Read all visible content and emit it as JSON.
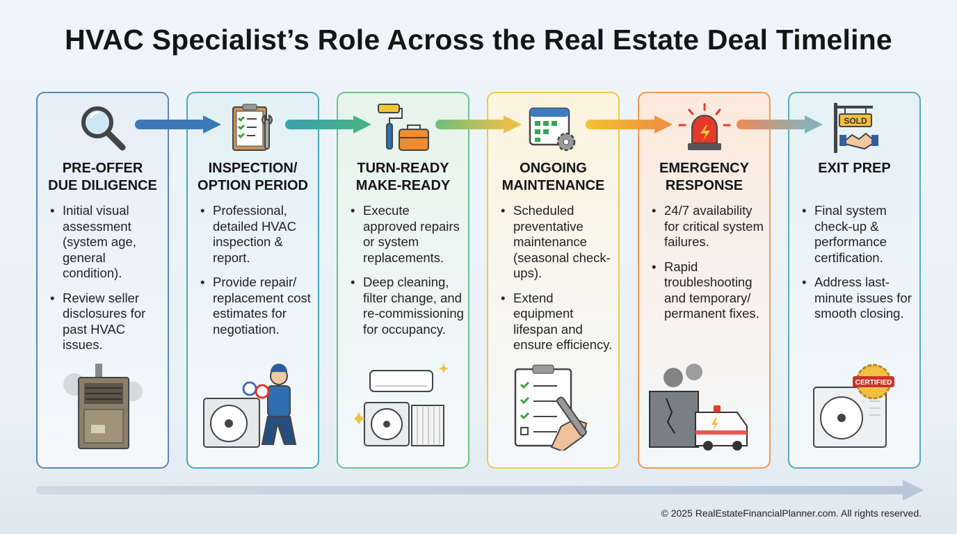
{
  "title": "HVAC Specialist’s Role Across the Real Estate Deal Timeline",
  "stages": [
    {
      "title_line1": "PRE-OFFER",
      "title_line2": "DUE DILIGENCE",
      "icon": "magnifying-glass-icon",
      "illustration": "old-furnace",
      "color": "#5b86b5",
      "bg": "#e6eef7",
      "bullets": [
        "Initial visual assessment (system age, general condition).",
        "Review seller disclosures for past HVAC issues."
      ]
    },
    {
      "title_line1": "INSPECTION/",
      "title_line2": "OPTION PERIOD",
      "icon": "clipboard-wrench-icon",
      "illustration": "technician-with-gauges",
      "color": "#4aa7b4",
      "bg": "#e2f1f5",
      "bullets": [
        "Professional, detailed HVAC inspection & report.",
        "Provide repair/ replacement cost estimates for negotiation."
      ]
    },
    {
      "title_line1": "TURN-READY",
      "title_line2": "MAKE-READY",
      "icon": "paint-roller-toolbox-icon",
      "illustration": "new-ac-units",
      "color": "#6dbf8a",
      "bg": "#e6f4ec",
      "bullets": [
        "Execute approved repairs or system replacements.",
        "Deep cleaning, filter change, and re-commissioning for occupancy."
      ]
    },
    {
      "title_line1": "ONGOING",
      "title_line2": "MAINTENANCE",
      "icon": "calendar-gear-icon",
      "illustration": "checklist-wrench",
      "color": "#f0c84a",
      "bg": "#fbf4de",
      "bullets": [
        "Scheduled preventative maintenance (seasonal check-ups).",
        "Extend equipment lifespan and ensure efficiency."
      ]
    },
    {
      "title_line1": "EMERGENCY",
      "title_line2": "RESPONSE",
      "icon": "alarm-siren-icon",
      "illustration": "smoking-unit-service-van",
      "color": "#ef9a55",
      "bg": "#fbe9dc",
      "bullets": [
        "24/7 availability for critical system failures.",
        "Rapid troubleshooting and temporary/ permanent fixes."
      ]
    },
    {
      "title_line1": "EXIT PREP",
      "title_line2": "",
      "icon": "sold-sign-handshake-icon",
      "illustration": "certified-ac-unit",
      "color": "#5ba8b8",
      "bg": "#e4f1f5",
      "bullets": [
        "Final system check-up & performance certification.",
        "Address last-minute issues for smooth closing."
      ]
    }
  ],
  "icon_labels": {
    "sold": "SOLD",
    "certified": "CERTIFIED"
  },
  "copyright": "© 2025 RealEstateFinancialPlanner.com. All rights reserved."
}
